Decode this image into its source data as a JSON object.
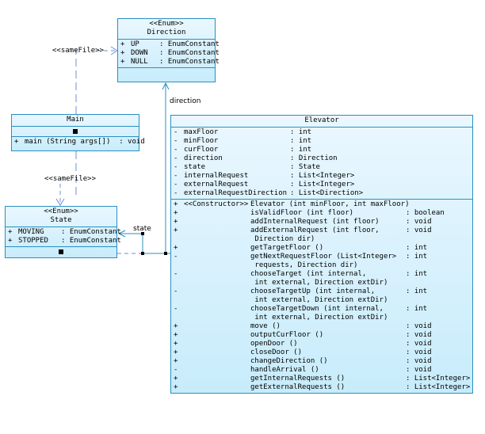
{
  "direction_class": {
    "stereotype": "<<Enum>>",
    "name": "Direction",
    "literals": [
      {
        "vis": "+",
        "name": "UP",
        "type": ": EnumConstant"
      },
      {
        "vis": "+",
        "name": "DOWN",
        "type": ": EnumConstant"
      },
      {
        "vis": "+",
        "name": "NULL",
        "type": ": EnumConstant"
      }
    ]
  },
  "main_class": {
    "name": "Main",
    "methods": [
      {
        "vis": "+",
        "sig": "main (String args[])  : void"
      }
    ]
  },
  "state_class": {
    "stereotype": "<<Enum>>",
    "name": "State",
    "literals": [
      {
        "vis": "+",
        "name": "MOVING",
        "type": ": EnumConstant"
      },
      {
        "vis": "+",
        "name": "STOPPED",
        "type": ": EnumConstant"
      }
    ]
  },
  "elevator_class": {
    "name": "Elevator",
    "attributes": [
      {
        "vis": "-",
        "name": "maxFloor",
        "type": ": int"
      },
      {
        "vis": "-",
        "name": "minFloor",
        "type": ": int"
      },
      {
        "vis": "-",
        "name": "curFloor",
        "type": ": int"
      },
      {
        "vis": "-",
        "name": "direction",
        "type": ": Direction"
      },
      {
        "vis": "-",
        "name": "state",
        "type": ": State"
      },
      {
        "vis": "-",
        "name": "internalRequest",
        "type": ": List<Integer>"
      },
      {
        "vis": "-",
        "name": "externalRequest",
        "type": ": List<Integer>"
      },
      {
        "vis": "-",
        "name": "externalRequestDirection",
        "type": ": List<Direction>"
      }
    ],
    "methods": [
      {
        "vis": "+",
        "stereo": "<<Constructor>>",
        "sig1": "Elevator (int minFloor, int maxFloor)",
        "sig2": "",
        "ret": ""
      },
      {
        "vis": "+",
        "stereo": "",
        "sig1": "isValidFloor (int floor)",
        "sig2": "",
        "ret": ": boolean"
      },
      {
        "vis": "+",
        "stereo": "",
        "sig1": "addInternalRequest (int floor)",
        "sig2": "",
        "ret": ": void"
      },
      {
        "vis": "+",
        "stereo": "",
        "sig1": "addExternalRequest (int floor,",
        "sig2": " Direction dir)",
        "ret": ": void"
      },
      {
        "vis": "+",
        "stereo": "",
        "sig1": "getTargetFloor ()",
        "sig2": "",
        "ret": ": int"
      },
      {
        "vis": "-",
        "stereo": "",
        "sig1": "getNextRequestFloor (List<Integer>",
        "sig2": " requests, Direction dir)",
        "ret": ": int"
      },
      {
        "vis": "-",
        "stereo": "",
        "sig1": "chooseTarget (int internal,",
        "sig2": " int external, Direction extDir)",
        "ret": ": int"
      },
      {
        "vis": "-",
        "stereo": "",
        "sig1": "chooseTargetUp (int internal,",
        "sig2": " int external, Direction extDir)",
        "ret": ": int"
      },
      {
        "vis": "-",
        "stereo": "",
        "sig1": "chooseTargetDown (int internal,",
        "sig2": " int external, Direction extDir)",
        "ret": ": int"
      },
      {
        "vis": "+",
        "stereo": "",
        "sig1": "move ()",
        "sig2": "",
        "ret": ": void"
      },
      {
        "vis": "+",
        "stereo": "",
        "sig1": "outputCurFloor ()",
        "sig2": "",
        "ret": ": void"
      },
      {
        "vis": "+",
        "stereo": "",
        "sig1": "openDoor ()",
        "sig2": "",
        "ret": ": void"
      },
      {
        "vis": "+",
        "stereo": "",
        "sig1": "closeDoor ()",
        "sig2": "",
        "ret": ": void"
      },
      {
        "vis": "+",
        "stereo": "",
        "sig1": "changeDirection ()",
        "sig2": "",
        "ret": ": void"
      },
      {
        "vis": "-",
        "stereo": "",
        "sig1": "handleArrival ()",
        "sig2": "",
        "ret": ": void"
      },
      {
        "vis": "+",
        "stereo": "",
        "sig1": "getInternalRequests ()",
        "sig2": "",
        "ret": ": List<Integer>"
      },
      {
        "vis": "+",
        "stereo": "",
        "sig1": "getExternalRequests ()",
        "sig2": "",
        "ret": ": List<Integer>"
      }
    ]
  },
  "relations": {
    "main_direction": "<<sameFile>>",
    "main_state": "<<sameFile>>",
    "elevator_direction": "direction",
    "elevator_state": "state"
  },
  "colors": {
    "line": "#2a8fc0",
    "fill_top": "#eaf7ff",
    "fill_bottom": "#c8ecfb"
  }
}
